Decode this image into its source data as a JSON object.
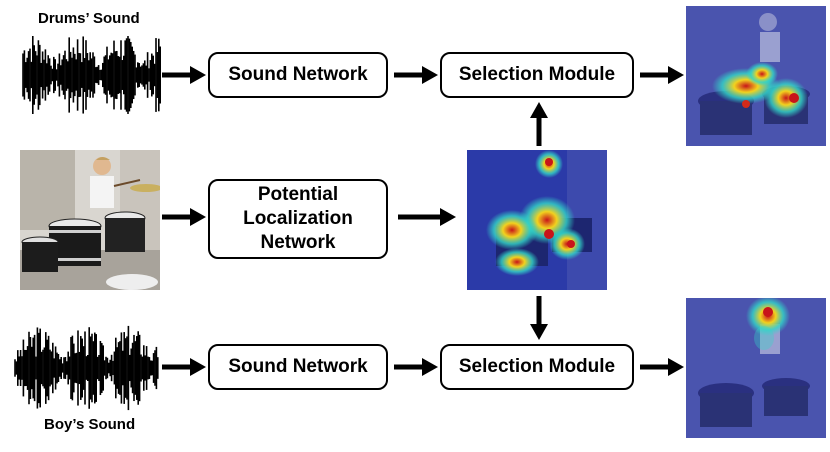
{
  "top_row": {
    "audio_label": "Drums’ Sound",
    "sound_network": "Sound Network",
    "selection_module": "Selection Module"
  },
  "middle_row": {
    "localization_line1": "Potential",
    "localization_line2": "Localization",
    "localization_line3": "Network"
  },
  "bottom_row": {
    "audio_label": "Boy’s Sound",
    "sound_network": "Sound Network",
    "selection_module": "Selection Module"
  },
  "colors": {
    "stroke": "#000000",
    "heatmap_base": "#2b3aa8",
    "heat_hot": "#d42a1a",
    "heat_warm": "#f2d21e",
    "heat_cool": "#33d6c8"
  },
  "icons": [
    "waveform-icon",
    "arrow-right-icon",
    "arrow-up-icon",
    "arrow-down-icon"
  ]
}
